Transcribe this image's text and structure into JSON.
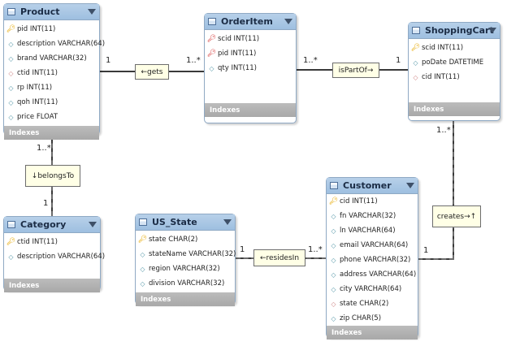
{
  "tables": [
    {
      "name": "Product",
      "indexes_label": "Indexes",
      "columns": [
        {
          "text": "pid INT(11)",
          "kind": "key"
        },
        {
          "text": "description VARCHAR(64)",
          "kind": "attr"
        },
        {
          "text": "brand VARCHAR(32)",
          "kind": "attr"
        },
        {
          "text": "ctid INT(11)",
          "kind": "fk"
        },
        {
          "text": "rp INT(11)",
          "kind": "attr"
        },
        {
          "text": "qoh INT(11)",
          "kind": "attr"
        },
        {
          "text": "price FLOAT",
          "kind": "attr"
        }
      ]
    },
    {
      "name": "OrderItem",
      "indexes_label": "Indexes",
      "columns": [
        {
          "text": "scid INT(11)",
          "kind": "fkey"
        },
        {
          "text": "pid INT(11)",
          "kind": "fkey"
        },
        {
          "text": "qty INT(11)",
          "kind": "attr"
        }
      ]
    },
    {
      "name": "ShoppingCart",
      "indexes_label": "Indexes",
      "columns": [
        {
          "text": "scid INT(11)",
          "kind": "key"
        },
        {
          "text": "poDate DATETIME",
          "kind": "attr"
        },
        {
          "text": "cid INT(11)",
          "kind": "fk"
        }
      ]
    },
    {
      "name": "Category",
      "indexes_label": "Indexes",
      "columns": [
        {
          "text": "ctid INT(11)",
          "kind": "key"
        },
        {
          "text": "description VARCHAR(64)",
          "kind": "attr"
        }
      ]
    },
    {
      "name": "US_State",
      "indexes_label": "Indexes",
      "columns": [
        {
          "text": "state CHAR(2)",
          "kind": "key"
        },
        {
          "text": "stateName VARCHAR(32)",
          "kind": "attr"
        },
        {
          "text": "region VARCHAR(32)",
          "kind": "attr"
        },
        {
          "text": "division VARCHAR(32)",
          "kind": "attr"
        }
      ]
    },
    {
      "name": "Customer",
      "indexes_label": "Indexes",
      "columns": [
        {
          "text": "cid INT(11)",
          "kind": "key"
        },
        {
          "text": "fn VARCHAR(32)",
          "kind": "attr"
        },
        {
          "text": "ln VARCHAR(64)",
          "kind": "attr"
        },
        {
          "text": "email VARCHAR(64)",
          "kind": "attr"
        },
        {
          "text": "phone VARCHAR(32)",
          "kind": "attr"
        },
        {
          "text": "address VARCHAR(64)",
          "kind": "attr"
        },
        {
          "text": "city VARCHAR(64)",
          "kind": "attr"
        },
        {
          "text": "state CHAR(2)",
          "kind": "fk"
        },
        {
          "text": "zip CHAR(5)",
          "kind": "attr"
        }
      ]
    }
  ],
  "relationships": [
    {
      "label": "←gets",
      "card_a": "1",
      "card_b": "1..*"
    },
    {
      "label": "isPartOf→",
      "card_a": "1..*",
      "card_b": "1"
    },
    {
      "label": "↓belongsTo",
      "card_a": "1..*",
      "card_b": "1"
    },
    {
      "label": "creates→↑",
      "card_a": "1..*",
      "card_b": "1"
    },
    {
      "label": "←residesIn",
      "card_a": "1",
      "card_b": "1..*"
    }
  ],
  "colors": {
    "header": "#a9c7e6",
    "indexes_bar": "#b0b0b0",
    "relationship_label_bg": "#ffffe6"
  }
}
